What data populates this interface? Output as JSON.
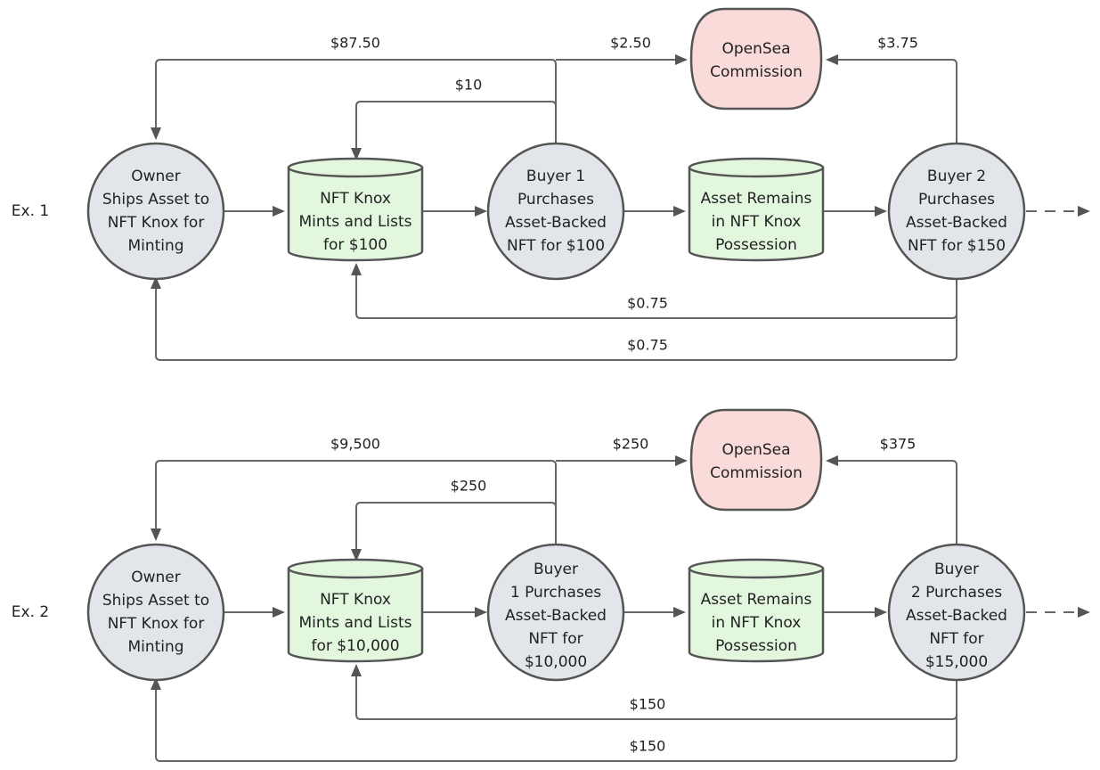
{
  "rows": [
    {
      "label": "Ex. 1",
      "owner": [
        "Owner",
        "Ships Asset to",
        "NFT Knox for",
        "Minting"
      ],
      "knox": [
        "NFT Knox",
        "Mints and Lists",
        "for $100"
      ],
      "buyer1": [
        "Buyer 1",
        "Purchases",
        "Asset-Backed",
        "NFT for $100"
      ],
      "remains": [
        "Asset Remains",
        "in NFT Knox",
        "Possession"
      ],
      "buyer2": [
        "Buyer 2",
        "Purchases",
        "Asset-Backed",
        "NFT for $150"
      ],
      "opensea": [
        "OpenSea",
        "Commission"
      ],
      "amt_owner": "$87.50",
      "amt_b1_os": "$2.50",
      "amt_b2_os": "$3.75",
      "amt_b1_knox": "$10",
      "amt_b2_knox": "$0.75",
      "amt_b2_owner": "$0.75"
    },
    {
      "label": "Ex. 2",
      "owner": [
        "Owner",
        "Ships Asset to",
        "NFT Knox for",
        "Minting"
      ],
      "knox": [
        "NFT Knox",
        "Mints and Lists",
        "for $10,000"
      ],
      "buyer1": [
        "Buyer",
        "1 Purchases",
        "Asset-Backed",
        "NFT for",
        "$10,000"
      ],
      "remains": [
        "Asset Remains",
        "in NFT Knox",
        "Possession"
      ],
      "buyer2": [
        "Buyer",
        "2 Purchases",
        "Asset-Backed",
        "NFT for",
        "$15,000"
      ],
      "opensea": [
        "OpenSea",
        "Commission"
      ],
      "amt_owner": "$9,500",
      "amt_b1_os": "$250",
      "amt_b2_os": "$375",
      "amt_b1_knox": "$250",
      "amt_b2_knox": "$150",
      "amt_b2_owner": "$150"
    }
  ],
  "colors": {
    "circle_fill": "#e2e5ea",
    "cylinder_fill": "#e3f7df",
    "opensea_fill": "#f9dbd9",
    "stroke": "#555555"
  }
}
